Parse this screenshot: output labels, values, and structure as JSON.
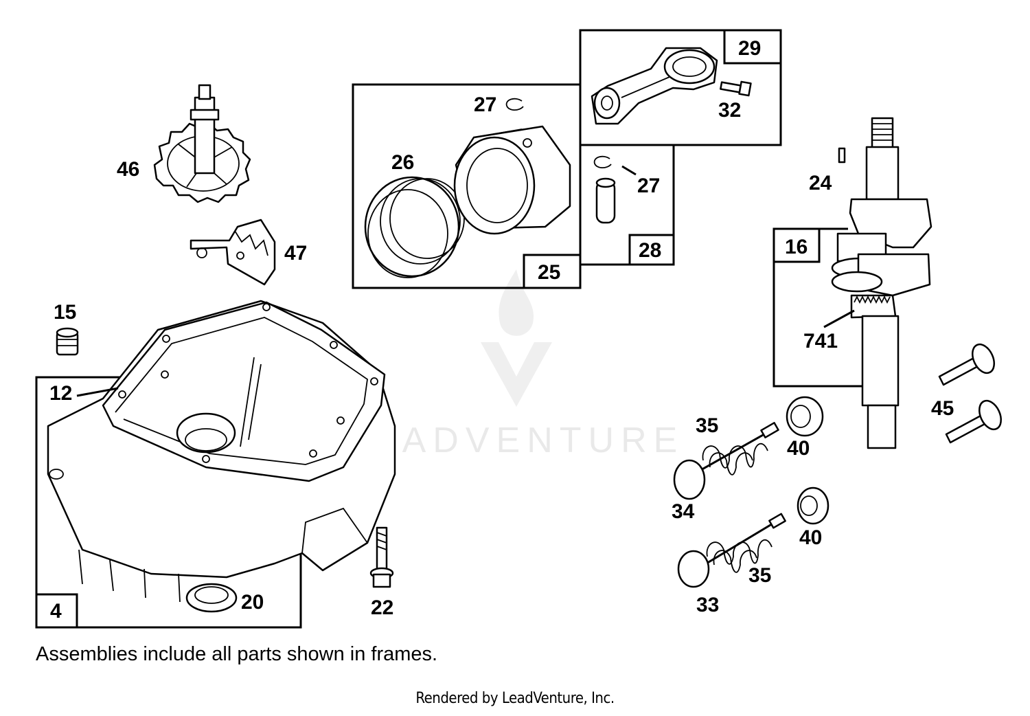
{
  "labels": {
    "l4": "4",
    "l12": "12",
    "l15": "15",
    "l16": "16",
    "l20": "20",
    "l22": "22",
    "l24": "24",
    "l25": "25",
    "l26": "26",
    "l27a": "27",
    "l27b": "27",
    "l28": "28",
    "l29": "29",
    "l32": "32",
    "l33": "33",
    "l34": "34",
    "l35a": "35",
    "l35b": "35",
    "l40a": "40",
    "l40b": "40",
    "l45": "45",
    "l46": "46",
    "l47": "47",
    "l741": "741"
  },
  "note": "Assemblies include all parts shown in frames.",
  "footer": "Rendered by LeadVenture, Inc.",
  "watermark": "LEADVENTURE"
}
